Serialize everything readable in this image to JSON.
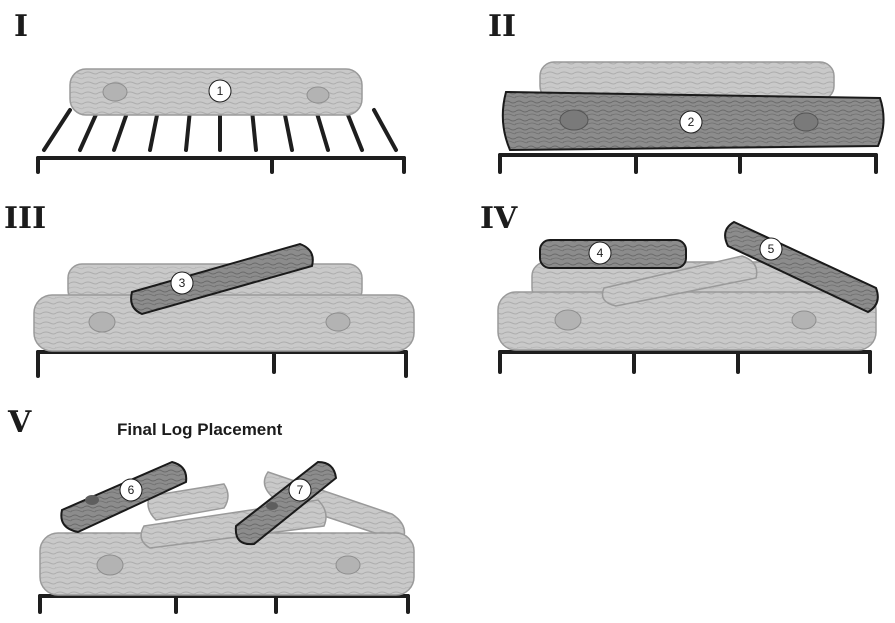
{
  "steps": [
    {
      "label": "I"
    },
    {
      "label": "II"
    },
    {
      "label": "III"
    },
    {
      "label": "IV"
    },
    {
      "label": "V",
      "caption": "Final Log Placement"
    }
  ],
  "callouts": [
    "1",
    "2",
    "3",
    "4",
    "5",
    "6",
    "7"
  ],
  "colors": {
    "grate": "#1e1e1e",
    "log_light": "#c8c8c8",
    "log_light_edge": "#9a9a9a",
    "log_dark": "#8a8a8a",
    "log_dark_edge": "#1a1a1a",
    "text": "#1c1c1c"
  }
}
